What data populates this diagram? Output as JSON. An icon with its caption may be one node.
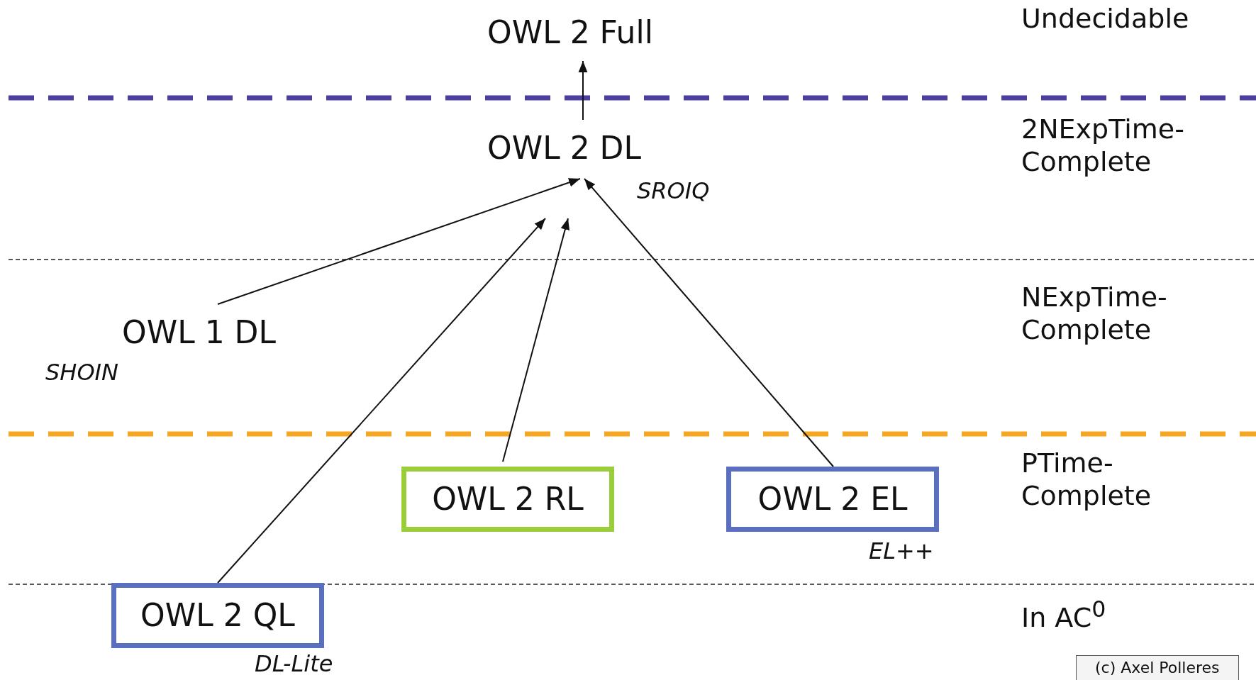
{
  "diagram": {
    "nodes": [
      {
        "text": [
          "OWL 2 Full"
        ]
      },
      {
        "text": [
          "OWL 2 DL"
        ],
        "beside": [
          "SROIQ"
        ]
      },
      {
        "text": [
          "OWL 1 DL"
        ],
        "beside": [
          "SHOIN"
        ]
      },
      {
        "text": [
          "OWL 2 RL"
        ]
      },
      {
        "text": [
          "OWL 2 EL"
        ],
        "beside": [
          "EL++"
        ]
      },
      {
        "text": [
          "OWL 2 QL"
        ],
        "beside": [
          "DL-Lite"
        ]
      }
    ],
    "edges": [
      {
        "from": 1,
        "to": 0,
        "arrow": "to"
      },
      {
        "from": 2,
        "to": 1,
        "arrow": "to"
      },
      {
        "from": 5,
        "to": 1,
        "arrow": "to"
      },
      {
        "from": 3,
        "to": 1,
        "arrow": "to"
      },
      {
        "from": 4,
        "to": 1,
        "arrow": "to"
      }
    ],
    "labels": [
      "Undecidable",
      "2NExpTime- Complete",
      "NExpTime- Complete",
      "PTime- Complete",
      "In AC$^{0}$",
      "(c) Axel Polleres"
    ]
  }
}
